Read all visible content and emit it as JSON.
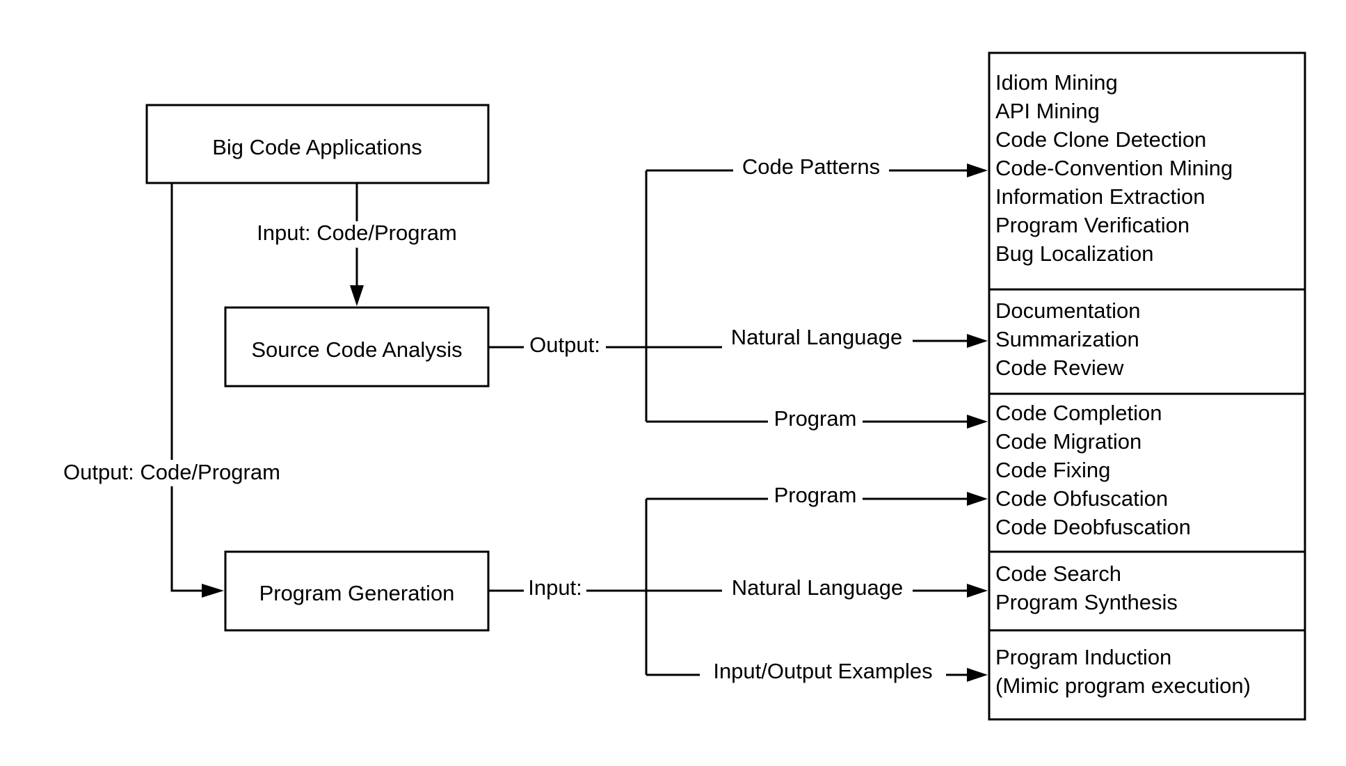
{
  "nodes": {
    "big_code_applications": "Big Code Applications",
    "source_code_analysis": "Source Code Analysis",
    "program_generation": "Program Generation"
  },
  "edge_labels": {
    "input_code_program": "Input: Code/Program",
    "output_code_program": "Output: Code/Program",
    "output": "Output:",
    "input": "Input:",
    "code_patterns": "Code Patterns",
    "natural_language_analysis": "Natural Language",
    "program_analysis": "Program",
    "program_generation": "Program",
    "natural_language_generation": "Natural Language",
    "input_output_examples": "Input/Output Examples"
  },
  "task_groups": [
    {
      "id": "patterns",
      "items": [
        "Idiom Mining",
        "API Mining",
        "Code Clone Detection",
        "Code-Convention Mining",
        "Information Extraction",
        "Program Verification",
        "Bug Localization"
      ]
    },
    {
      "id": "natural-language-output",
      "items": [
        "Documentation",
        "Summarization",
        "Code Review"
      ]
    },
    {
      "id": "program-to-program",
      "items": [
        "Code Completion",
        "Code Migration",
        "Code Fixing",
        "Code Obfuscation",
        "Code Deobfuscation"
      ]
    },
    {
      "id": "natural-language-input",
      "items": [
        "Code Search",
        "Program Synthesis"
      ]
    },
    {
      "id": "io-examples",
      "items": [
        "Program Induction",
        "(Mimic program execution)"
      ]
    }
  ],
  "colors": {
    "stroke": "#000000",
    "background": "#ffffff",
    "text": "#000000"
  }
}
